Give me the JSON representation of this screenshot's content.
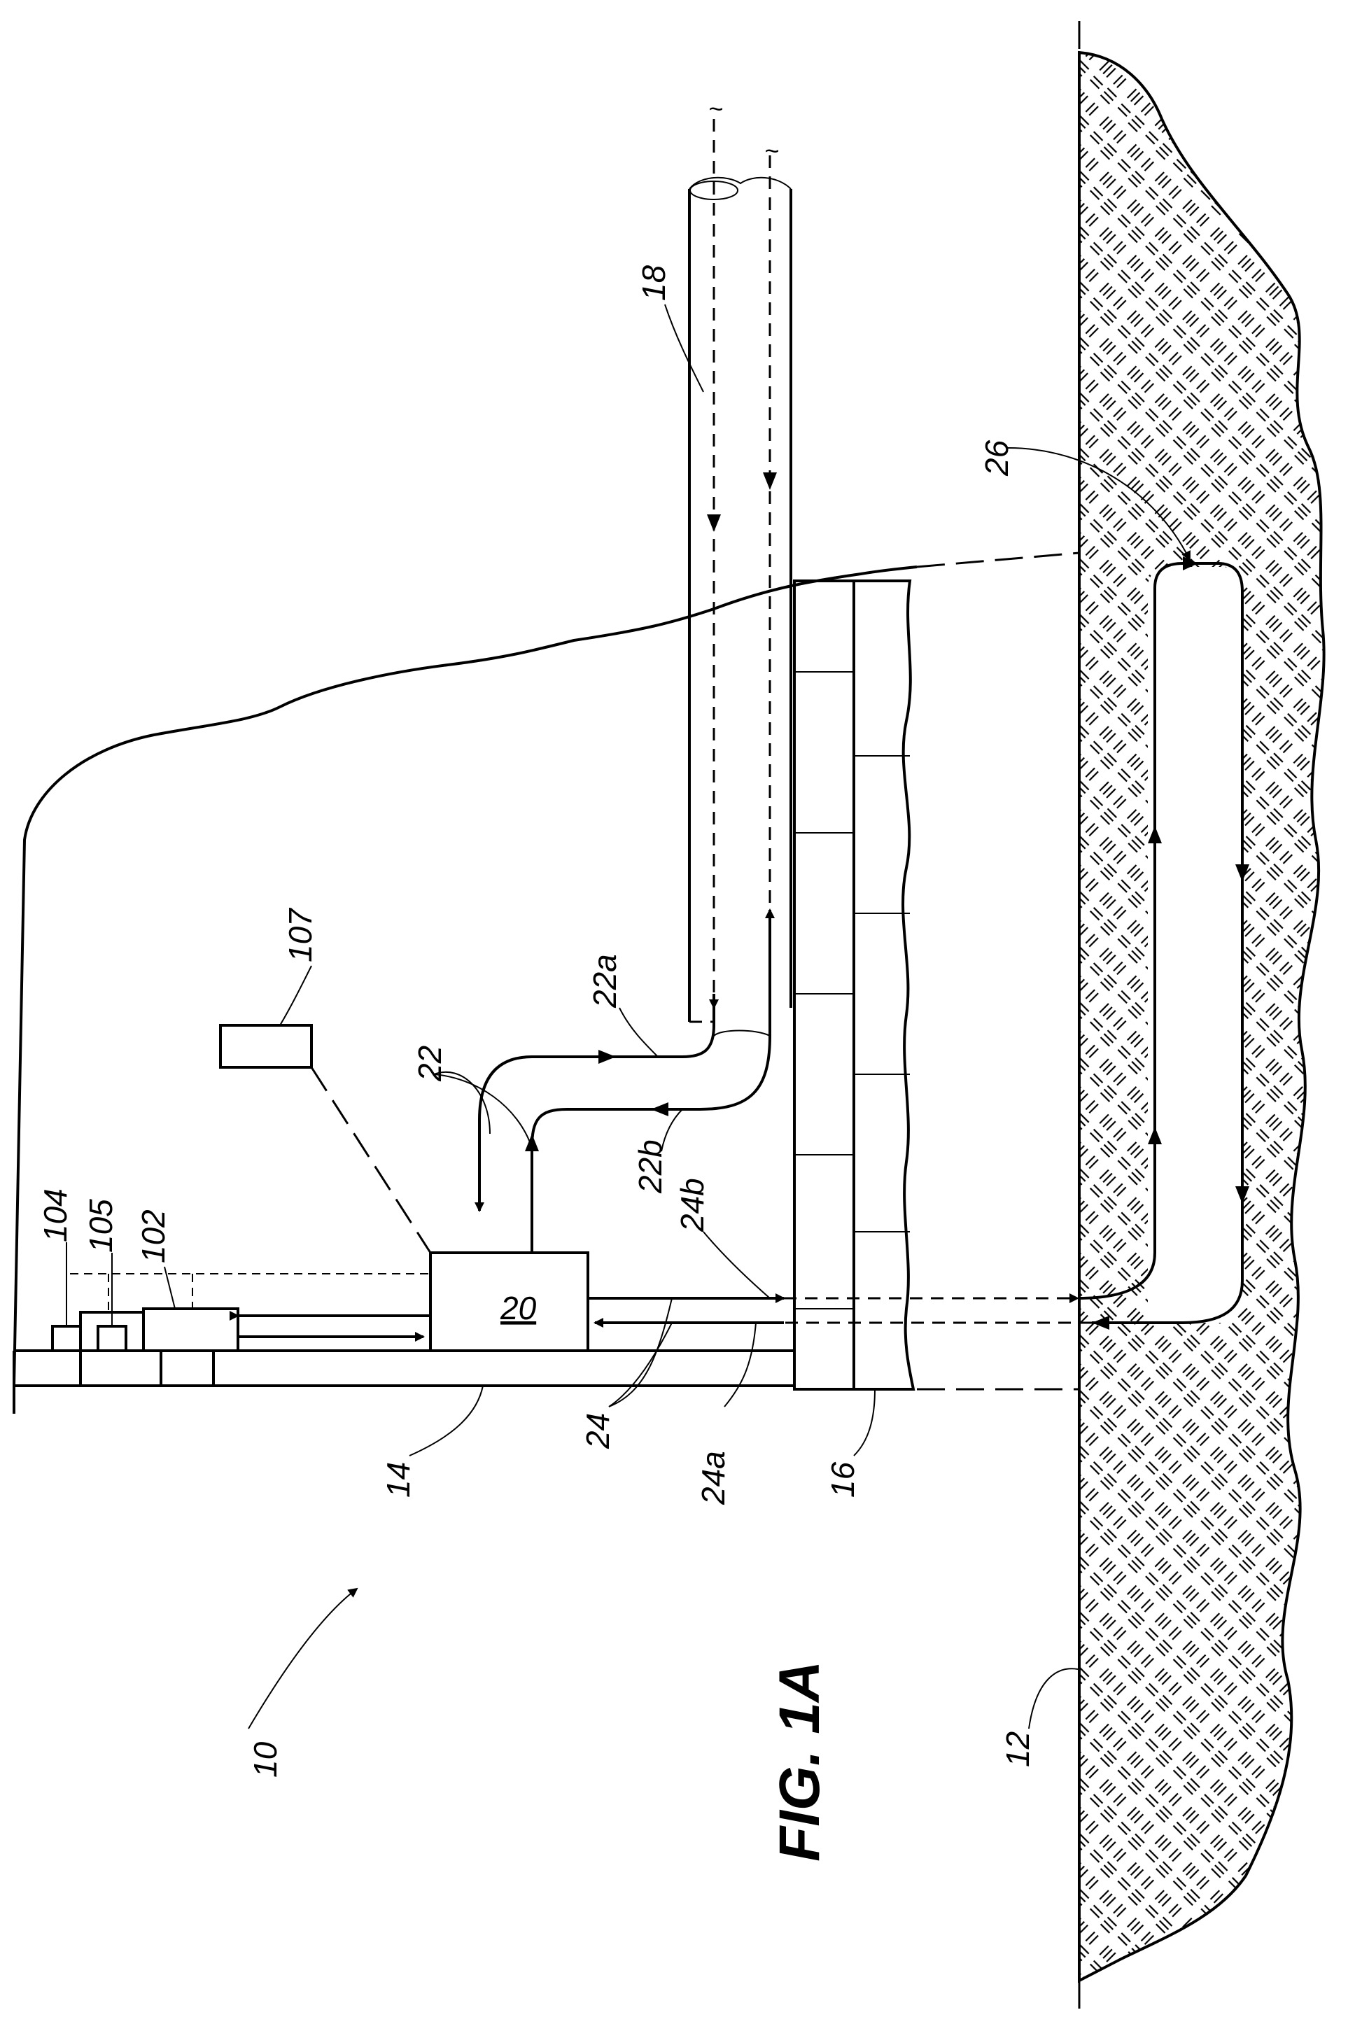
{
  "figure": {
    "caption": "FIG. 1A"
  },
  "labels": {
    "system": "10",
    "ground": "12",
    "floor": "14",
    "wall": "16",
    "duct": "18",
    "unit": "20",
    "air_ducts": "22",
    "duct_supply": "22a",
    "duct_return": "22b",
    "ground_lines": "24",
    "line_supply": "24a",
    "line_return": "24b",
    "loop": "26",
    "controller": "102",
    "sensor_a": "104",
    "sensor_b": "105",
    "remote": "107"
  },
  "colors": {
    "ink": "#000000",
    "paper": "#ffffff"
  }
}
